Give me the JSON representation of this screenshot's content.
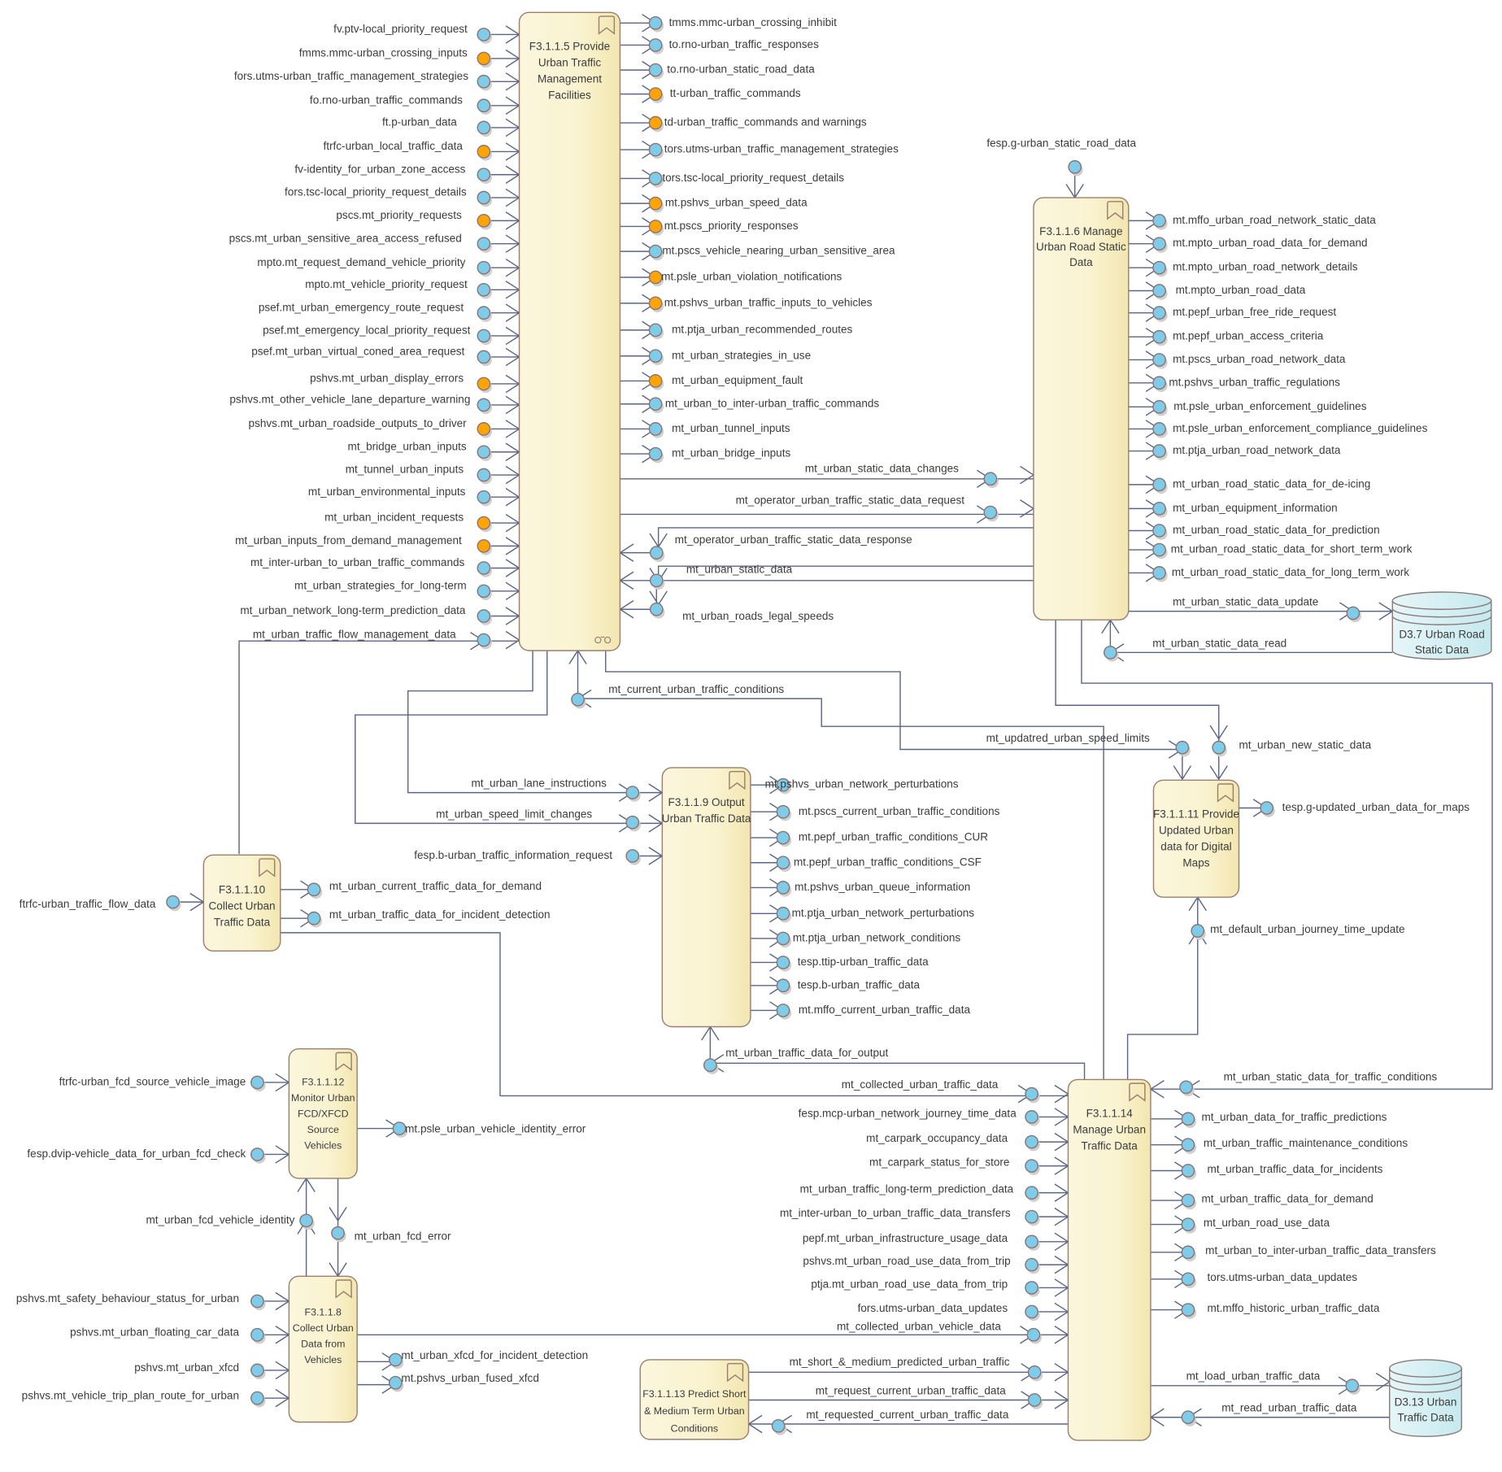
{
  "colors": {
    "port_blue": "#7ecbea",
    "port_orange": "#ffa405",
    "line": "#5b6585",
    "box_fill": "#faf3d2",
    "store_fill": "#d9f1f4"
  },
  "functions": {
    "f5": {
      "title": [
        "F3.1.1.5 Provide",
        "Urban Traffic",
        "Management",
        "Facilities"
      ]
    },
    "f6": {
      "title": [
        "F3.1.1.6 Manage",
        "Urban Road Static",
        "Data"
      ]
    },
    "f9": {
      "title": [
        "F3.1.1.9 Output",
        "Urban Traffic Data"
      ]
    },
    "f10": {
      "title": [
        "F3.1.1.10",
        "Collect Urban",
        "Traffic Data"
      ]
    },
    "f11": {
      "title": [
        "F3.1.1.11 Provide",
        "Updated Urban",
        "data for Digital",
        "Maps"
      ]
    },
    "f12": {
      "title": [
        "F3.1.1.12",
        "Monitor Urban",
        "FCD/XFCD",
        "Source",
        "Vehicles"
      ]
    },
    "f8": {
      "title": [
        "F3.1.1.8",
        "Collect Urban",
        "Data from",
        "Vehicles"
      ]
    },
    "f13": {
      "title": [
        "F3.1.1.13 Predict Short",
        "& Medium Term Urban",
        "Conditions"
      ]
    },
    "f14": {
      "title": [
        "F3.1.1.14",
        "Manage Urban",
        "Traffic Data"
      ]
    }
  },
  "stores": {
    "d37": {
      "title": [
        "D3.7 Urban Road",
        "Static Data"
      ]
    },
    "d313": {
      "title": [
        "D3.13 Urban",
        "Traffic Data"
      ]
    }
  },
  "f5_inputs": [
    {
      "label": "fv.ptv-local_priority_request",
      "kind": "blue"
    },
    {
      "label": "fmms.mmc-urban_crossing_inputs",
      "kind": "orange"
    },
    {
      "label": "fors.utms-urban_traffic_management_strategies",
      "kind": "blue"
    },
    {
      "label": "fo.rno-urban_traffic_commands",
      "kind": "blue"
    },
    {
      "label": "ft.p-urban_data",
      "kind": "blue"
    },
    {
      "label": "ftrfc-urban_local_traffic_data",
      "kind": "orange"
    },
    {
      "label": "fv-identity_for_urban_zone_access",
      "kind": "blue"
    },
    {
      "label": "fors.tsc-local_priority_request_details",
      "kind": "blue"
    },
    {
      "label": "pscs.mt_priority_requests",
      "kind": "orange"
    },
    {
      "label": "pscs.mt_urban_sensitive_area_access_refused",
      "kind": "blue"
    },
    {
      "label": "mpto.mt_request_demand_vehicle_priority",
      "kind": "blue"
    },
    {
      "label": "mpto.mt_vehicle_priority_request",
      "kind": "blue"
    },
    {
      "label": "psef.mt_urban_emergency_route_request",
      "kind": "blue"
    },
    {
      "label": "psef.mt_emergency_local_priority_request",
      "kind": "blue"
    },
    {
      "label": "psef.mt_urban_virtual_coned_area_request",
      "kind": "blue"
    },
    {
      "label": "pshvs.mt_urban_display_errors",
      "kind": "orange"
    },
    {
      "label": "pshvs.mt_other_vehicle_lane_departure_warning",
      "kind": "blue"
    },
    {
      "label": "pshvs.mt_urban_roadside_outputs_to_driver",
      "kind": "orange"
    },
    {
      "label": "mt_bridge_urban_inputs",
      "kind": "blue"
    },
    {
      "label": "mt_tunnel_urban_inputs",
      "kind": "blue"
    },
    {
      "label": "mt_urban_environmental_inputs",
      "kind": "blue"
    },
    {
      "label": "mt_urban_incident_requests",
      "kind": "orange"
    },
    {
      "label": "mt_urban_inputs_from_demand_management",
      "kind": "orange"
    },
    {
      "label": "mt_inter-urban_to_urban_traffic_commands",
      "kind": "blue"
    },
    {
      "label": "mt_urban_strategies_for_long-term",
      "kind": "blue"
    },
    {
      "label": "mt_urban_network_long-term_prediction_data",
      "kind": "blue"
    },
    {
      "label": "mt_urban_traffic_flow_management_data",
      "kind": "blue"
    }
  ],
  "f5_outputs": [
    {
      "label": "tmms.mmc-urban_crossing_inhibit",
      "kind": "blue"
    },
    {
      "label": "to.rno-urban_traffic_responses",
      "kind": "blue"
    },
    {
      "label": "to.rno-urban_static_road_data",
      "kind": "blue"
    },
    {
      "label": "tt-urban_traffic_commands",
      "kind": "orange"
    },
    {
      "label": "td-urban_traffic_commands and warnings",
      "kind": "orange"
    },
    {
      "label": "tors.utms-urban_traffic_management_strategies",
      "kind": "blue"
    },
    {
      "label": "tors.tsc-local_priority_request_details",
      "kind": "blue"
    },
    {
      "label": "mt.pshvs_urban_speed_data",
      "kind": "orange"
    },
    {
      "label": "mt.pscs_priority_responses",
      "kind": "orange"
    },
    {
      "label": "mt.pscs_vehicle_nearing_urban_sensitive_area",
      "kind": "blue"
    },
    {
      "label": "mt.psle_urban_violation_notifications",
      "kind": "orange"
    },
    {
      "label": "mt.pshvs_urban_traffic_inputs_to_vehicles",
      "kind": "orange"
    },
    {
      "label": "mt.ptja_urban_recommended_routes",
      "kind": "blue"
    },
    {
      "label": "mt_urban_strategies_in_use",
      "kind": "blue"
    },
    {
      "label": "mt_urban_equipment_fault",
      "kind": "orange"
    },
    {
      "label": "mt_urban_to_inter-urban_traffic_commands",
      "kind": "blue"
    },
    {
      "label": "mt_urban_tunnel_inputs",
      "kind": "blue"
    },
    {
      "label": "mt_urban_bridge_inputs",
      "kind": "blue"
    }
  ],
  "f5_f6_flows": {
    "static_data_changes": "mt_urban_static_data_changes",
    "operator_request": "mt_operator_urban_traffic_static_data_request",
    "operator_response": "mt_operator_urban_traffic_static_data_response",
    "static_data": "mt_urban_static_data",
    "legal_speeds": "mt_urban_roads_legal_speeds"
  },
  "f6_input_top": "fesp.g-urban_static_road_data",
  "f6_outputs": [
    "mt.mffo_urban_road_network_static_data",
    "mt.mpto_urban_road_data_for_demand",
    "mt.mpto_urban_road_network_details",
    "mt.mpto_urban_road_data",
    "mt.pepf_urban_free_ride_request",
    "mt.pepf_urban_access_criteria",
    "mt.pscs_urban_road_network_data",
    "mt.pshvs_urban_traffic_regulations",
    "mt.psle_urban_enforcement_guidelines",
    "mt.psle_urban_enforcement_compliance_guidelines",
    "mt.ptja_urban_road_network_data",
    "mt_urban_road_static_data_for_de-icing",
    "mt_urban_equipment_information",
    "mt_urban_road_static_data_for_prediction",
    "mt_urban_road_static_data_for_short_term_work",
    "mt_urban_road_static_data_for_long_term_work"
  ],
  "f6_store_flows": {
    "update": "mt_urban_static_data_update",
    "read": "mt_urban_static_data_read"
  },
  "misc_flows": {
    "current_conditions": "mt_current_urban_traffic_conditions",
    "updated_speed_limits": "mt_updatred_urban_speed_limits",
    "new_static_data": "mt_urban_new_static_data",
    "lane_instructions": "mt_urban_lane_instructions",
    "speed_limit_changes": "mt_urban_speed_limit_changes",
    "traffic_info_request": "fesp.b-urban_traffic_information_request",
    "maps_output": "tesp.g-updated_urban_data_for_maps",
    "journey_time_update": "mt_default_urban_journey_time_update",
    "traffic_data_for_output": "mt_urban_traffic_data_for_output",
    "static_for_conditions": "mt_urban_static_data_for_traffic_conditions",
    "collected_traffic": "mt_collected_urban_traffic_data",
    "collected_vehicle": "mt_collected_urban_vehicle_data",
    "fcd_vehicle_identity": "mt_urban_fcd_vehicle_identity",
    "fcd_error": "mt_urban_fcd_error",
    "short_medium_predicted": "mt_short_&_medium_predicted_urban_traffic",
    "request_current": "mt_request_current_urban_traffic_data",
    "requested_current": "mt_requested_current_urban_traffic_data",
    "load": "mt_load_urban_traffic_data",
    "read": "mt_read_urban_traffic_data"
  },
  "f9_outputs": [
    "mt.pshvs_urban_network_perturbations",
    "mt.pscs_current_urban_traffic_conditions",
    "mt.pepf_urban_traffic_conditions_CUR",
    "mt.pepf_urban_traffic_conditions_CSF",
    "mt.pshvs_urban_queue_information",
    "mt.ptja_urban_network_perturbations",
    "mt.ptja_urban_network_conditions",
    "tesp.ttip-urban_traffic_data",
    "tesp.b-urban_traffic_data",
    "mt.mffo_current_urban_traffic_data"
  ],
  "f10_input": "ftrfc-urban_traffic_flow_data",
  "f10_outputs": [
    "mt_urban_current_traffic_data_for_demand",
    "mt_urban_traffic_data_for_incident_detection"
  ],
  "f12_inputs": [
    "ftrfc-urban_fcd_source_vehicle_image",
    "fesp.dvip-vehicle_data_for_urban_fcd_check"
  ],
  "f12_output": "mt.psle_urban_vehicle_identity_error",
  "f8_inputs": [
    "pshvs.mt_safety_behaviour_status_for_urban",
    "pshvs.mt_urban_floating_car_data",
    "pshvs.mt_urban_xfcd",
    "pshvs.mt_vehicle_trip_plan_route_for_urban"
  ],
  "f8_outputs": [
    "mt_urban_xfcd_for_incident_detection",
    "mt.pshvs_urban_fused_xfcd"
  ],
  "f14_inputs": [
    "fesp.mcp-urban_network_journey_time_data",
    "mt_carpark_occupancy_data",
    "mt_carpark_status_for_store",
    "mt_urban_traffic_long-term_prediction_data",
    "mt_inter-urban_to_urban_traffic_data_transfers",
    "pepf.mt_urban_infrastructure_usage_data",
    "pshvs.mt_urban_road_use_data_from_trip",
    "ptja.mt_urban_road_use_data_from_trip",
    "fors.utms-urban_data_updates"
  ],
  "f14_outputs": [
    "mt_urban_data_for_traffic_predictions",
    "mt_urban_traffic_maintenance_conditions",
    "mt_urban_traffic_data_for_incidents",
    "mt_urban_traffic_data_for_demand",
    "mt_urban_road_use_data",
    "mt_urban_to_inter-urban_traffic_data_transfers",
    "tors.utms-urban_data_updates",
    "mt.mffo_historic_urban_traffic_data"
  ]
}
